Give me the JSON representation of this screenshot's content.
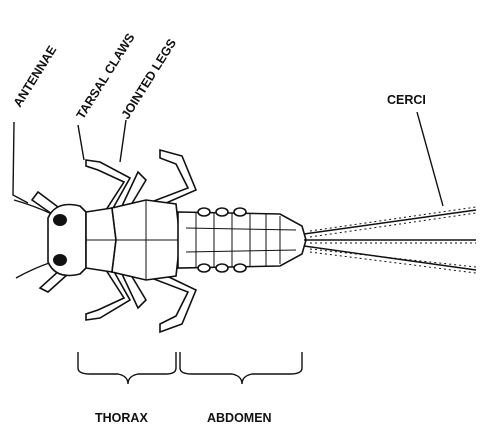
{
  "labels": {
    "antennae": "ANTENNAE",
    "tarsal_claws": "TARSAL CLAWS",
    "jointed_legs": "JOINTED LEGS",
    "cerci": "CERCI",
    "thorax": "THORAX",
    "abdomen": "ABDOMEN"
  },
  "colors": {
    "ink": "#111111",
    "background": "#ffffff"
  }
}
